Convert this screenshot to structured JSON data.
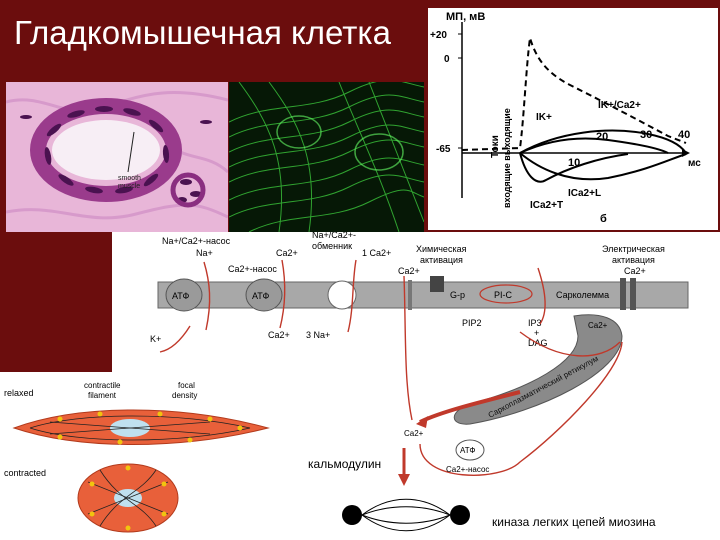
{
  "slide_title": "Гладкомышечная клетка",
  "histology": {
    "label_line1": "smooth",
    "label_line2": "muscle"
  },
  "graph": {
    "y_axis_label": "МП, мВ",
    "tick_plus20": "+20",
    "tick_0": "0",
    "tick_minus65": "-65",
    "side_label_top": "Токи",
    "side_label_bottom": "входящие выходящие",
    "x_unit": "мс",
    "x_ticks": [
      "10",
      "20",
      "30",
      "40"
    ],
    "label_ik": "IK+",
    "label_ikca": "IK+/Ca2+",
    "label_icat": "ICa2+T",
    "label_ical": "ICa2+L",
    "panel_letter": "б"
  },
  "scheme": {
    "na_ca_pump": "Na+/Ca2+-насос",
    "na_ca_exchanger_line1": "Na+/Ca2+-",
    "na_ca_exchanger_line2": "обменник",
    "na_top": "Na+",
    "ca_top": "Ca2+",
    "ca_pump_top": "Ca2+-насос",
    "one_ca": "1 Ca2+",
    "chem_activation_line1": "Химическая",
    "chem_activation_line2": "активация",
    "ca_chem": "Ca2+",
    "elec_activation_line1": "Электрическая",
    "elec_activation_line2": "активация",
    "ca_elec": "Ca2+",
    "atp_1": "АТФ",
    "atp_2": "АТФ",
    "atp_3": "АТФ",
    "gprotein": "G-p",
    "plc": "PI-C",
    "sarcolemma": "Сарколемма",
    "k_bottom": "K+",
    "ca_bottom": "Ca2+",
    "three_na": "3 Na+",
    "pip2": "PIP2",
    "ip3": "IP3",
    "plus": "+",
    "dag": "DAG",
    "sr": "Саркоплазматический ретикулум",
    "ca_sr": "Ca2+",
    "ca_cyto": "Ca2+",
    "ca_pump_bottom": "Ca2+-насос",
    "calmodulin": "кальмодулин",
    "mlck": "киназа легких цепей миозина"
  },
  "cell_drawing": {
    "relaxed": "relaxed",
    "contracted": "contracted",
    "contractile_line1": "contractile",
    "contractile_line2": "filament",
    "focal_line1": "focal",
    "focal_line2": "density"
  }
}
